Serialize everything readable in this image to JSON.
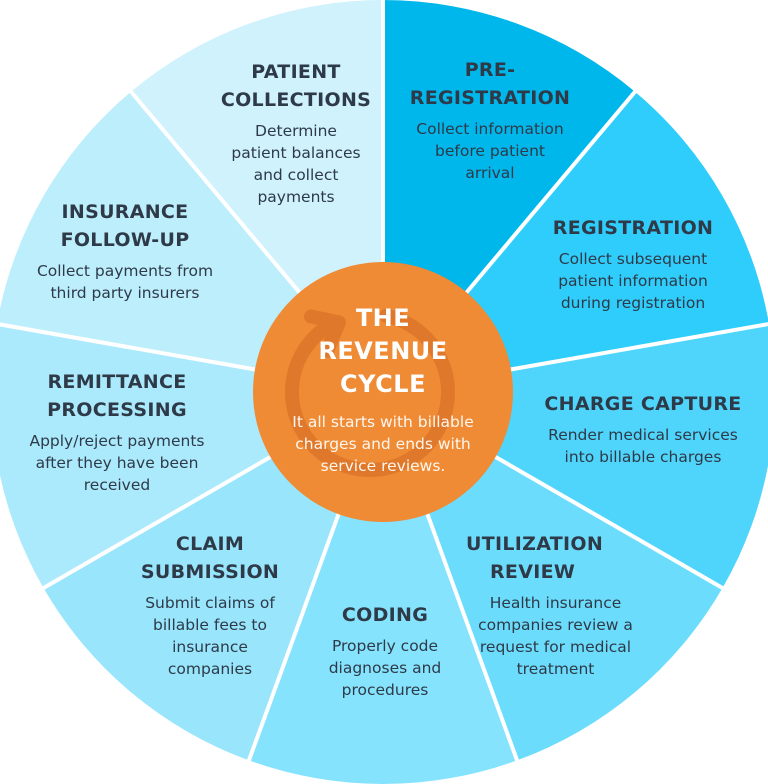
{
  "title": "THE REVENUE CYCLE",
  "center": {
    "title_lines": [
      "THE",
      "REVENUE",
      "CYCLE"
    ],
    "description": "It all starts with billable charges and ends with service reviews.",
    "color": "#ef8a35",
    "arrow_color": "#e0782b",
    "icon": "circular-arrow-icon"
  },
  "divider_color": "#ffffff",
  "text_color": "#2e3a48",
  "segments": [
    {
      "title": "PRE-REGISTRATION",
      "title_lines": [
        "PRE-",
        "REGISTRATION"
      ],
      "description": "Collect information before patient arrival",
      "color": "#00b7ec"
    },
    {
      "title": "REGISTRATION",
      "title_lines": [
        "REGISTRATION"
      ],
      "description": "Collect subsequent patient information during registration",
      "color": "#2ecdfb"
    },
    {
      "title": "CHARGE CAPTURE",
      "title_lines": [
        "CHARGE CAPTURE"
      ],
      "description": "Render medical services into billable charges",
      "color": "#4fd5fb"
    },
    {
      "title": "UTILIZATION REVIEW",
      "title_lines": [
        "UTILIZATION",
        "REVIEW"
      ],
      "description": "Health insurance companies review a request for medical treatment",
      "color": "#6cdcfc"
    },
    {
      "title": "CODING",
      "title_lines": [
        "CODING"
      ],
      "description": "Properly code diagnoses and procedures",
      "color": "#86e3fd"
    },
    {
      "title": "CLAIM SUBMISSION",
      "title_lines": [
        "CLAIM",
        "SUBMISSION"
      ],
      "description": "Submit claims of billable fees to insurance companies",
      "color": "#98e5fc"
    },
    {
      "title": "REMITTANCE PROCESSING",
      "title_lines": [
        "REMITTANCE",
        "PROCESSING"
      ],
      "description": "Apply/reject payments after they have been received",
      "color": "#abeafc"
    },
    {
      "title": "INSURANCE FOLLOW-UP",
      "title_lines": [
        "INSURANCE",
        "FOLLOW-UP"
      ],
      "description": "Collect payments from third party insurers",
      "color": "#bdeefc"
    },
    {
      "title": "PATIENT COLLECTIONS",
      "title_lines": [
        "PATIENT",
        "COLLECTIONS"
      ],
      "description": "Determine patient balances and collect payments",
      "color": "#cff2fd"
    }
  ]
}
